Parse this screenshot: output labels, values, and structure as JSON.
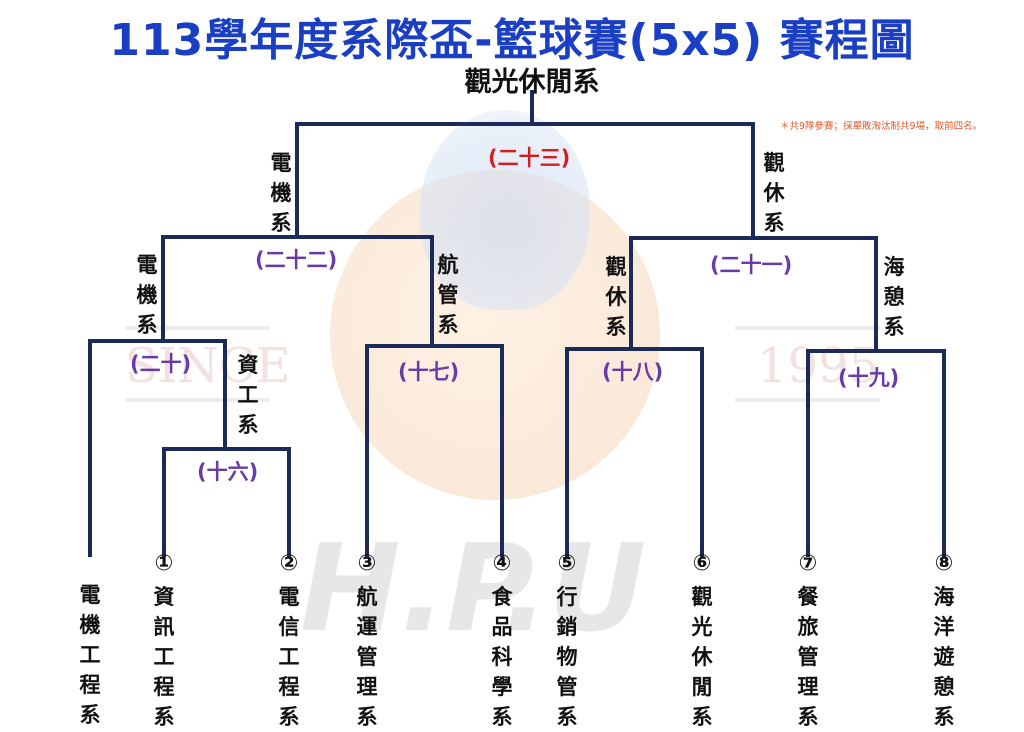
{
  "title": "113學年度系際盃-籃球賽(5x5)  賽程圖",
  "champion": "觀光休閒系",
  "note": "＊共9隊參賽；採單敗淘汰制共9場，取前四名。",
  "watermark": {
    "left_text": "SINCE",
    "right_text": "1995",
    "logo_text": "H.P.U"
  },
  "colors": {
    "title": "#1a3fc4",
    "line": "#1b2a58",
    "game": "#6a3aa8",
    "final": "#d41f1f"
  },
  "games": {
    "g16": "(十六)",
    "g17": "(十七)",
    "g18": "(十八)",
    "g19": "(十九)",
    "g20": "(二十)",
    "g21": "(二十一)",
    "g22": "(二十二)",
    "g23": "(二十三)"
  },
  "winners": {
    "g16": "資工系",
    "g17": "航管系",
    "g18": "觀休系",
    "g19": "海憩系",
    "g20": "電機系",
    "g21": "觀休系",
    "g22": "電機系"
  },
  "teams": [
    {
      "seed": "",
      "name": "電機工程系"
    },
    {
      "seed": "①",
      "name": "資訊工程系"
    },
    {
      "seed": "②",
      "name": "電信工程系"
    },
    {
      "seed": "③",
      "name": "航運管理系"
    },
    {
      "seed": "④",
      "name": "食品科學系"
    },
    {
      "seed": "⑤",
      "name": "行銷物管系"
    },
    {
      "seed": "⑥",
      "name": "觀光休閒系"
    },
    {
      "seed": "⑦",
      "name": "餐旅管理系"
    },
    {
      "seed": "⑧",
      "name": "海洋遊憩系"
    }
  ]
}
